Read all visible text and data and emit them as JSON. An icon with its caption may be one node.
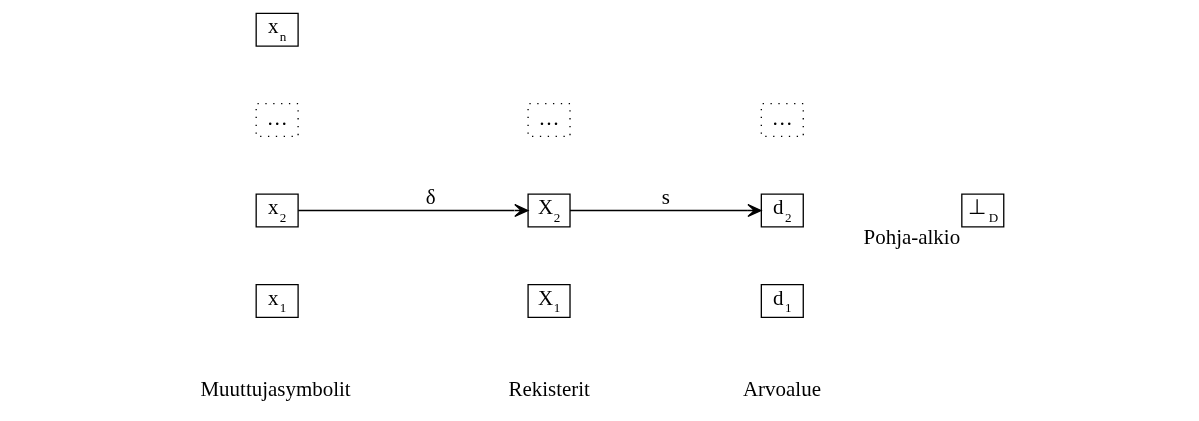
{
  "diagram": {
    "nodes": [
      {
        "text": [
          "x$_{1}$"
        ]
      },
      {
        "text": [
          "x$_{2}$"
        ]
      },
      {
        "text": [
          "…"
        ]
      },
      {
        "text": [
          "x$_{n}$"
        ]
      },
      {
        "text": [
          "X$_{1}$"
        ]
      },
      {
        "text": [
          "X$_{2}$"
        ]
      },
      {
        "text": [
          "…"
        ]
      },
      {
        "text": [
          "d$_{1}$"
        ]
      },
      {
        "text": [
          "d$_{2}$"
        ]
      },
      {
        "text": [
          "…"
        ]
      },
      {
        "text": [
          "⊥$_{D}$"
        ],
        "beside": [
          "Pohja-alkio"
        ]
      }
    ],
    "edges": [
      {
        "from": 1,
        "to": 5,
        "arrow": "to",
        "label": "δ"
      },
      {
        "from": 5,
        "to": 8,
        "arrow": "to",
        "label": "s"
      }
    ],
    "labels": [
      "Muuttujasymbolit",
      "Rekisterit",
      "Arvoalue"
    ]
  }
}
